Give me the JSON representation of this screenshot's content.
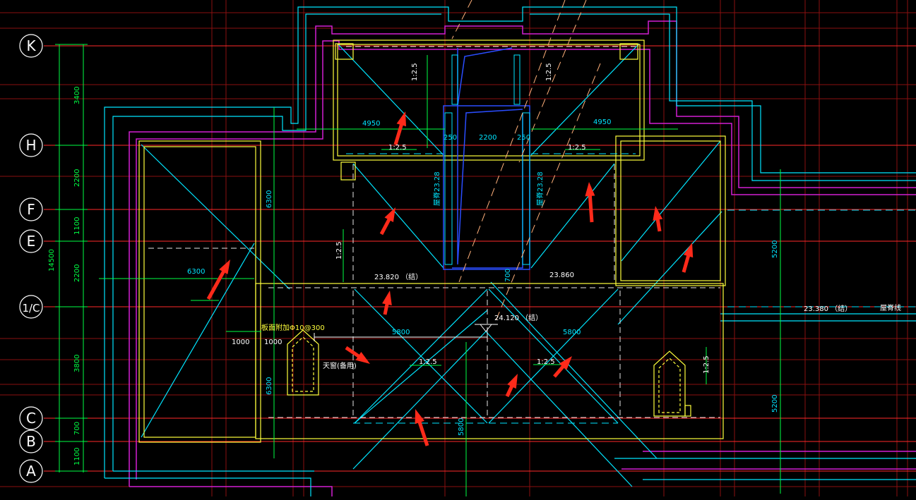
{
  "colors": {
    "background": "#000000",
    "axis": "#ff2a2a",
    "wall": "#00e5ff",
    "outline": "#d21fd2",
    "column": "#ffff3c",
    "dim": "#00ff44",
    "blue": "#2a4dff",
    "arrow": "#ff2a1a",
    "white": "#ffffff"
  },
  "grid_axes": [
    {
      "label": "K"
    },
    {
      "label": "H"
    },
    {
      "label": "F"
    },
    {
      "label": "E"
    },
    {
      "label": "1/C"
    },
    {
      "label": "C"
    },
    {
      "label": "B"
    },
    {
      "label": "A"
    }
  ],
  "left_dims": [
    "3400",
    "2200",
    "1100",
    "2200",
    "3800",
    "700",
    "1100"
  ],
  "total_dim": "14500",
  "dims": {
    "d4950_left": "4950",
    "d4950_right": "4950",
    "d2200": "2200",
    "d250_left": "250",
    "d250_right": "250",
    "d6300_h": "6300",
    "d6300_v1": "6300",
    "d6300_v2": "6300",
    "d5800_left": "5800",
    "d5800_right": "5800",
    "d5800_v": "5800",
    "d5200_top": "5200",
    "d5200_bot": "5200",
    "d1000_a": "1000",
    "d1000_b": "1000",
    "d700": "700"
  },
  "slopes": [
    "1:2.5",
    "1:2.5",
    "1:2.5",
    "1:2.5",
    "1:2.5",
    "1:2.5",
    "1:2.5",
    "1:2.5"
  ],
  "elevations": {
    "e23820": "23.820 （结）",
    "e23860": "23.860",
    "e24120": "24.120 （结）",
    "e23380": "23.380 （结）",
    "ridge_left": "屋脊23.28",
    "ridge_right": "屋脊23.28"
  },
  "notes": {
    "eave_line": "屋脊线",
    "rebar": "板面附加Φ10@300",
    "skylight": "天窗(备用)"
  }
}
